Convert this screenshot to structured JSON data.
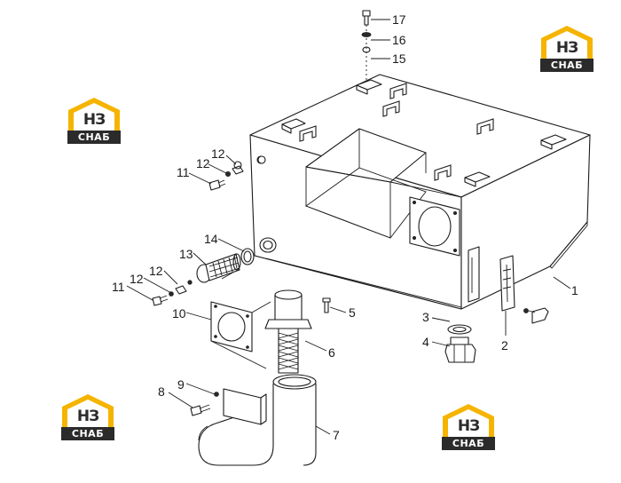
{
  "watermark": {
    "top_text": "НЗ",
    "bottom_text": "СНАБ",
    "accent_color": "#f5b400",
    "dark_color": "#2b2b2b"
  },
  "callouts": [
    "1",
    "2",
    "3",
    "4",
    "5",
    "6",
    "7",
    "8",
    "9",
    "10",
    "11",
    "12",
    "13",
    "14",
    "15",
    "16",
    "17"
  ],
  "callout_labels": {
    "c1": "1",
    "c2": "2",
    "c3": "3",
    "c4": "4",
    "c5": "5",
    "c6": "6",
    "c7": "7",
    "c8": "8",
    "c9": "9",
    "c10": "10",
    "c11a": "11",
    "c11b": "11",
    "c12a": "12",
    "c12b": "12",
    "c12c": "12",
    "c12d": "12",
    "c13": "13",
    "c14": "14",
    "c15": "15",
    "c16": "16",
    "c17": "17"
  }
}
